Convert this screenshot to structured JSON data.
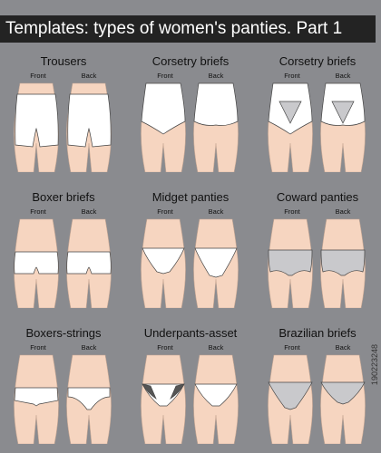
{
  "title": "Templates: types of women's panties. Part 1",
  "front_label": "Front",
  "back_label": "Back",
  "stock_id": "190223248",
  "colors": {
    "background": "#8a8b8f",
    "title_bar": "#232323",
    "skin": "#f6d5c0",
    "garment": "#ffffff",
    "lace": "#c9c9cc",
    "dark_fabric": "#555555"
  },
  "items": [
    {
      "name": "Trousers",
      "style": "trousers"
    },
    {
      "name": "Corsetry briefs",
      "style": "corset"
    },
    {
      "name": "Corsetry briefs",
      "style": "corset-lace"
    },
    {
      "name": "Boxer briefs",
      "style": "boxer"
    },
    {
      "name": "Midget panties",
      "style": "midget"
    },
    {
      "name": "Coward panties",
      "style": "lace-hipster"
    },
    {
      "name": "Boxers-strings",
      "style": "boxer-string"
    },
    {
      "name": "Underpants-asset",
      "style": "asset"
    },
    {
      "name": "Brazilian briefs",
      "style": "brazilian"
    }
  ]
}
